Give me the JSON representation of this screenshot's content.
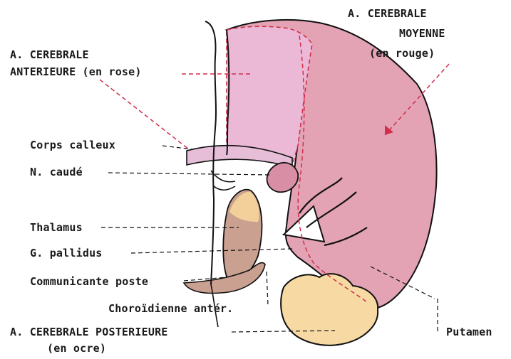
{
  "diagram": {
    "labels": {
      "acm_1": "A. CEREBRALE",
      "acm_2": "MOYENNE",
      "acm_3": "(en rouge)",
      "aca_1": "A. CEREBRALE",
      "aca_2": "ANTERIEURE (en rose)",
      "corps_calleux": "Corps calleux",
      "n_caude": "N. caudé",
      "thalamus": "Thalamus",
      "g_pallidus": "G. pallidus",
      "communicante": "Communicante poste",
      "choroidienne": "Choroïdienne antér.",
      "acp_1": "A. CEREBRALE POSTERIEURE",
      "acp_2": "(en ocre)",
      "putamen": "Putamen"
    },
    "colors": {
      "anterior_pink": "#ebb9d6",
      "middle_red": "#e3a3b5",
      "posterior_ocre": "#f7d9a3",
      "thalamus_brown": "#caa091",
      "outline": "#111111",
      "dash_red": "#d22e4b"
    }
  }
}
